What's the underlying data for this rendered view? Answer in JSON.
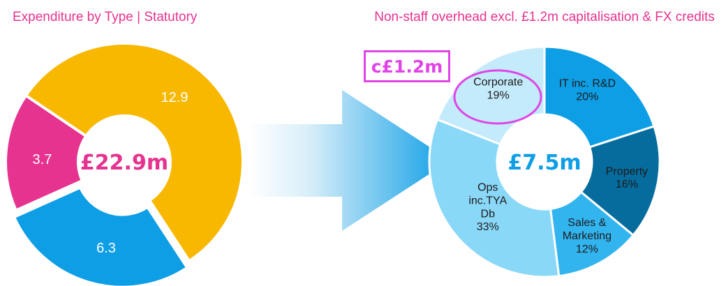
{
  "chart_data": [
    {
      "type": "pie",
      "title": "Expenditure by Type | Statutory",
      "center_label": "£22.9m",
      "center_label_color": "#e6338f",
      "slices": [
        {
          "label": "12.9",
          "value": 12.9,
          "color": "#f8b800"
        },
        {
          "label": "6.3",
          "value": 6.3,
          "color": "#0e9ee6"
        },
        {
          "label": "3.7",
          "value": 3.7,
          "color": "#e6338f"
        }
      ]
    },
    {
      "type": "pie",
      "title": "Non-staff overhead excl. £1.2m capitalisation & FX credits",
      "center_label": "£7.5m",
      "center_label_color": "#0e9ee6",
      "slices": [
        {
          "name": "IT inc. R&D",
          "percent_label": "20%",
          "value": 20,
          "color": "#0e9ee6"
        },
        {
          "name": "Property",
          "percent_label": "16%",
          "value": 16,
          "color": "#066c9d"
        },
        {
          "name": "Sales & Marketing",
          "percent_label": "12%",
          "value": 12,
          "color": "#32b4ef"
        },
        {
          "name": "Ops inc.TYA Db",
          "percent_label": "33%",
          "value": 33,
          "color": "#8ad8f8"
        },
        {
          "name": "Corporate",
          "percent_label": "19%",
          "value": 19,
          "color": "#c4ebfb"
        }
      ]
    }
  ],
  "annotations": {
    "callout": "c£1.2m",
    "highlight_color": "#e044e6"
  }
}
